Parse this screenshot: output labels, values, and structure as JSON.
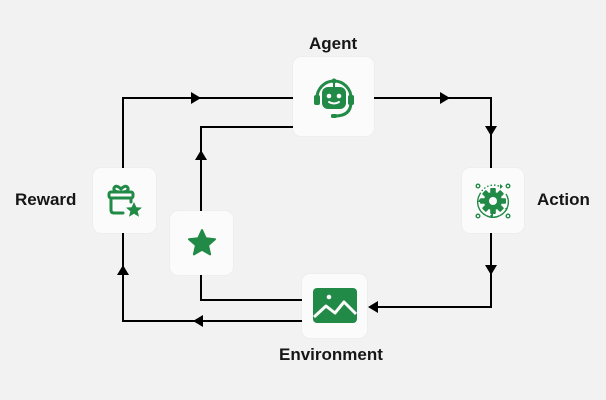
{
  "diagram": {
    "title": "Reinforcement Learning Loop",
    "accent_color": "#218a47",
    "nodes": [
      {
        "id": "agent",
        "label": "Agent",
        "icon": "robot-headset-icon"
      },
      {
        "id": "action",
        "label": "Action",
        "icon": "gear-cycle-icon"
      },
      {
        "id": "environment",
        "label": "Environment",
        "icon": "image-landscape-icon"
      },
      {
        "id": "reward",
        "label": "Reward",
        "icon": "gift-star-icon"
      },
      {
        "id": "state",
        "label": "",
        "icon": "star-icon"
      }
    ],
    "edges": [
      {
        "from": "agent",
        "to": "action"
      },
      {
        "from": "action",
        "to": "environment"
      },
      {
        "from": "environment",
        "to": "reward"
      },
      {
        "from": "reward",
        "to": "agent"
      },
      {
        "from": "environment",
        "to": "state"
      },
      {
        "from": "state",
        "to": "agent"
      }
    ]
  }
}
